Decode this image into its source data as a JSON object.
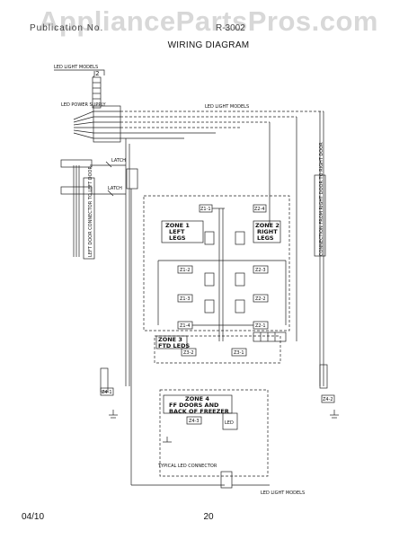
{
  "header": {
    "watermark": "AppliancePartsPros.com",
    "left_text": "Publication No.",
    "right_text": "R-3002",
    "title": "WIRING DIAGRAM"
  },
  "footer": {
    "date": "04/10",
    "page": "20"
  },
  "diagram": {
    "led_light_models_top": "LED LIGHT MODELS",
    "led_light_models_mid": "LED LIGHT MODELS",
    "led_light_models_bottom": "LED LIGHT MODELS",
    "j2": "J2",
    "led_power_supply": "LED POWER SUPPLY",
    "latch_top": "LATCH",
    "latch_bottom": "LATCH",
    "left_door_connector": "LEFT DOOR CONNECTOR TO LEFT DOOR",
    "right_door_connector": "CONNECTION FROM RIGHT DOOR TO RIGHT DOOR",
    "zone1": {
      "title": "ZONE 1",
      "sub1": "LEFT",
      "sub2": "LEGS"
    },
    "zone2": {
      "title": "ZONE 2",
      "sub1": "RIGHT",
      "sub2": "LEGS"
    },
    "zone3": {
      "title": "ZONE 3",
      "sub1": "FTD LEDS"
    },
    "zone4": {
      "title": "ZONE 4",
      "sub1": "FF DOORS AND",
      "sub2": "BACK OF FREEZER"
    },
    "connectors": [
      "Z1-1",
      "Z1-2",
      "Z1-3",
      "Z1-4",
      "Z2-1",
      "Z2-2",
      "Z2-3",
      "Z2-4",
      "Z3-1",
      "Z3-2",
      "Z4-1",
      "Z4-2",
      "Z4-3"
    ],
    "led": "LED",
    "typical_led_connector": "TYPICAL LED CONNECTOR"
  }
}
